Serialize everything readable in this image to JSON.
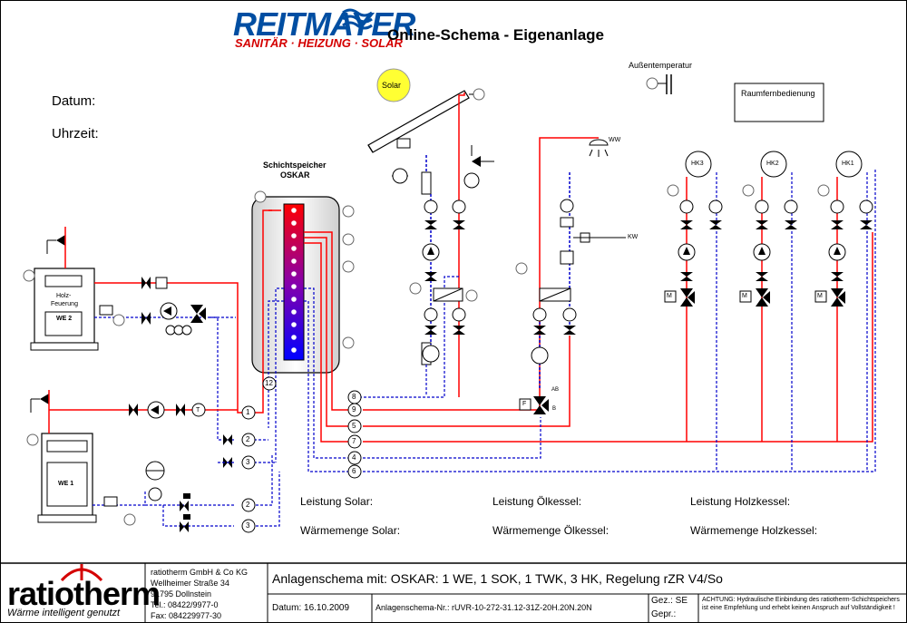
{
  "header": {
    "brand_name": "REITMAYER",
    "brand_tagline": "SANITÄR · HEIZUNG · SOLAR",
    "title": "Online-Schema - Eigenanlage"
  },
  "info": {
    "date_label": "Datum:",
    "time_label": "Uhrzeit:"
  },
  "components": {
    "sun_label": "Solar",
    "outside_temp_label": "Außentemperatur",
    "room_control_label": "Raumfernbedienung",
    "storage_label_line1": "Schichtspeicher",
    "storage_label_line2": "OSKAR",
    "wood_boiler_line1": "Holz-",
    "wood_boiler_line2": "Feuerung",
    "wood_boiler_id": "WE 2",
    "oil_boiler_id": "WE 1",
    "ww_label": "WW",
    "kw_label": "KW",
    "hk_labels": [
      "HK3",
      "HK2",
      "HK1"
    ],
    "t_symbol": "T",
    "m_symbol": "M",
    "f_symbol": "F",
    "ab_label": "AB",
    "b_label": "B",
    "sensor_numbers": [
      "1",
      "2",
      "3",
      "2",
      "3",
      "4",
      "5",
      "6",
      "7",
      "8",
      "9",
      "12"
    ]
  },
  "readouts": {
    "solar_power": "Leistung Solar:",
    "oil_power": "Leistung Ölkessel:",
    "wood_power": "Leistung Holzkessel:",
    "solar_heat": "Wärmemenge Solar:",
    "oil_heat": "Wärmemenge Ölkessel:",
    "wood_heat": "Wärmemenge Holzkessel:"
  },
  "footer": {
    "logo": "ratiotherm",
    "slogan": "Wärme intelligent genutzt",
    "company": "ratiotherm GmbH & Co KG",
    "street": "Wellheimer Straße 34",
    "city": "91795 Dollnstein",
    "phone": "Tel.: 08422/9977-0",
    "fax": "Fax: 084229977-30",
    "scheme_title": "Anlagenschema mit: OSKAR:  1 WE, 1 SOK, 1 TWK, 3 HK, Regelung rZR V4/So",
    "date": "Datum: 16.10.2009",
    "scheme_no": "Anlagenschema-Nr.: rUVR-10-272-31.12-31Z-20H.20N.20N",
    "checked_label": "Gez.: SE",
    "approved_label": "Gepr.:",
    "warning": "ACHTUNG: Hydraulische Einbindung des ratiotherm-Schichtspeichers ist eine Empfehlung und erhebt  keinen Anspruch auf Vollständigkeit !"
  },
  "colors": {
    "supply": "#ff0000",
    "return": "#0000cc",
    "brand_blue": "#004ea2",
    "brand_red": "#d40000",
    "sun": "#ffff33"
  }
}
